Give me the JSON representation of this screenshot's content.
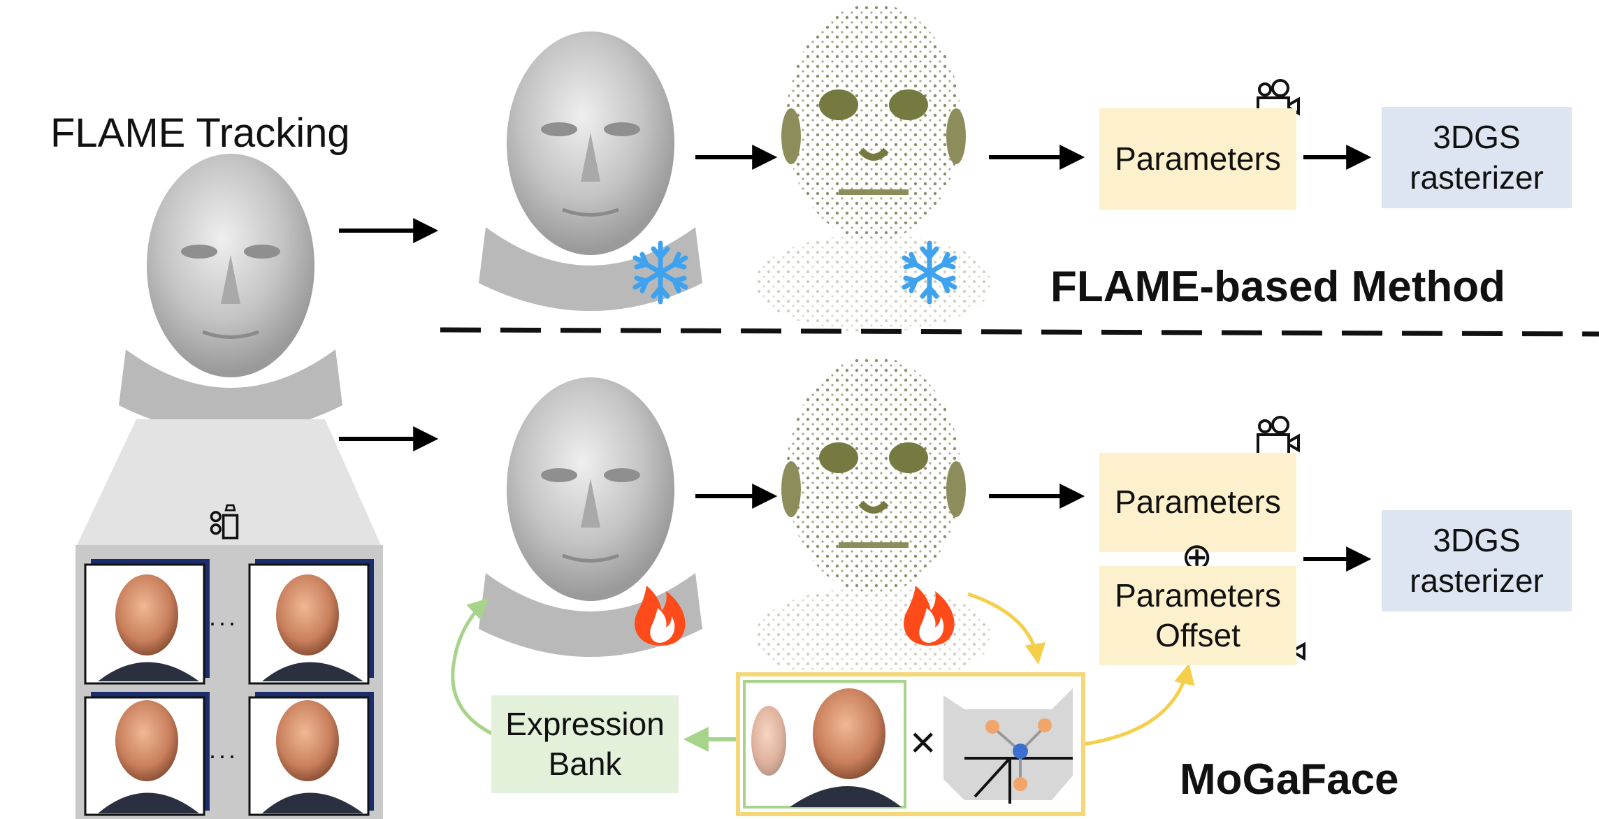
{
  "top": {
    "title": "FLAME Tracking",
    "method_label": "FLAME-based Method",
    "params_label": "Parameters",
    "rasterizer_line1": "3DGS",
    "rasterizer_line2": "rasterizer",
    "status_icon": "snowflake-icon"
  },
  "bottom": {
    "method_label": "MoGaFace",
    "params_label": "Parameters",
    "oplus": "⊕",
    "offset_line1": "Parameters",
    "offset_line2": "Offset",
    "rasterizer_line1": "3DGS",
    "rasterizer_line2": "rasterizer",
    "expression_line1": "Expression",
    "expression_line2": "Bank",
    "times": "×",
    "status_icon": "flame-icon"
  },
  "frames": {
    "ellipsis_top": "···",
    "ellipsis_bottom": "···"
  },
  "colors": {
    "param_box": "#fdf0cc",
    "rasterizer_box": "#dde5f2",
    "expression_box": "#e3f0da",
    "panel_border": "#f5d778",
    "snowflake": "#3ea2ee",
    "flame": "#ff4a1a",
    "green_arrow": "#a6d48a",
    "yellow_arrow": "#f6cf4a"
  }
}
